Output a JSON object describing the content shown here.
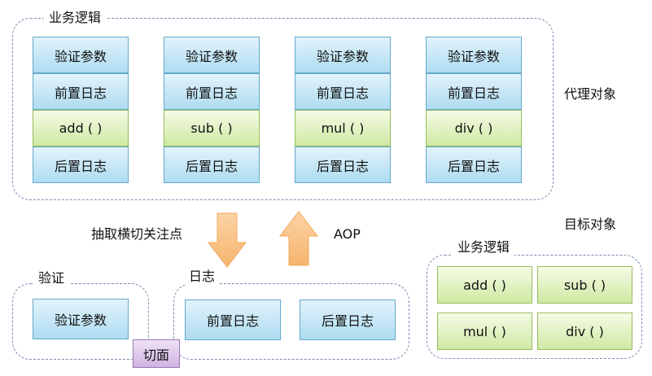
{
  "business_logic_group": {
    "title": "业务逻辑",
    "columns": [
      {
        "validate": "验证参数",
        "pre_log": "前置日志",
        "method": "add ( )",
        "post_log": "后置日志"
      },
      {
        "validate": "验证参数",
        "pre_log": "前置日志",
        "method": "sub ( )",
        "post_log": "后置日志"
      },
      {
        "validate": "验证参数",
        "pre_log": "前置日志",
        "method": "mul ( )",
        "post_log": "后置日志"
      },
      {
        "validate": "验证参数",
        "pre_log": "前置日志",
        "method": "div ( )",
        "post_log": "后置日志"
      }
    ]
  },
  "proxy_label": "代理对象",
  "extract_label": "抽取横切关注点",
  "aop_label": "AOP",
  "target_label": "目标对象",
  "validation_group": {
    "title": "验证",
    "item": "验证参数"
  },
  "log_group": {
    "title": "日志",
    "pre_log": "前置日志",
    "post_log": "后置日志"
  },
  "aspect_label": "切面",
  "target_group": {
    "title": "业务逻辑",
    "methods": [
      "add ( )",
      "sub ( )",
      "mul ( )",
      "div ( )"
    ]
  },
  "colors": {
    "blue_box": "#aedcf1",
    "green_box": "#cfe9a3",
    "purple_box": "#d0b3e3",
    "arrow": "#f7b56f",
    "dashed_border": "#7a8fb0"
  }
}
